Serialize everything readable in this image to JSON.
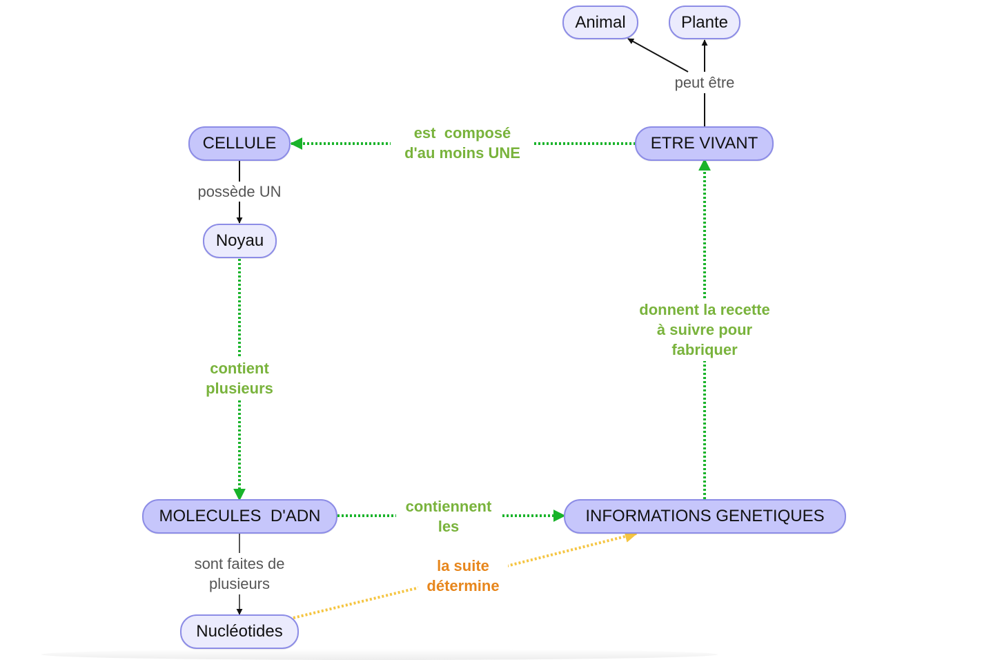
{
  "nodes": {
    "animal": "Animal",
    "plante": "Plante",
    "cellule": "CELLULE",
    "etre_vivant": "ETRE VIVANT",
    "noyau": "Noyau",
    "molecules_adn": "MOLECULES  D'ADN",
    "informations_genetiques": "INFORMATIONS GENETIQUES",
    "nucleotides": "Nucléotides"
  },
  "links": {
    "peut_etre": "peut être",
    "est_compose": [
      "est  composé",
      "d'au moins UNE"
    ],
    "possede_un": "possède UN",
    "contient_plusieurs": [
      "contient",
      "plusieurs"
    ],
    "donnent_la_recette": [
      "donnent la recette",
      "à suivre pour",
      "fabriquer"
    ],
    "contiennent_les": [
      "contiennent",
      "les"
    ],
    "sont_faites_de": [
      "sont faites de",
      "plusieurs"
    ],
    "la_suite_determine": [
      "la suite",
      "détermine"
    ]
  },
  "colors": {
    "node_dark": "#c6c6fb",
    "node_light": "#ebebfd",
    "node_border": "#8c8ce6",
    "link_black": "#111111",
    "link_green": "#19b32a",
    "label_green": "#79b33c",
    "link_orange": "#f5c542",
    "label_orange": "#e7861c"
  }
}
